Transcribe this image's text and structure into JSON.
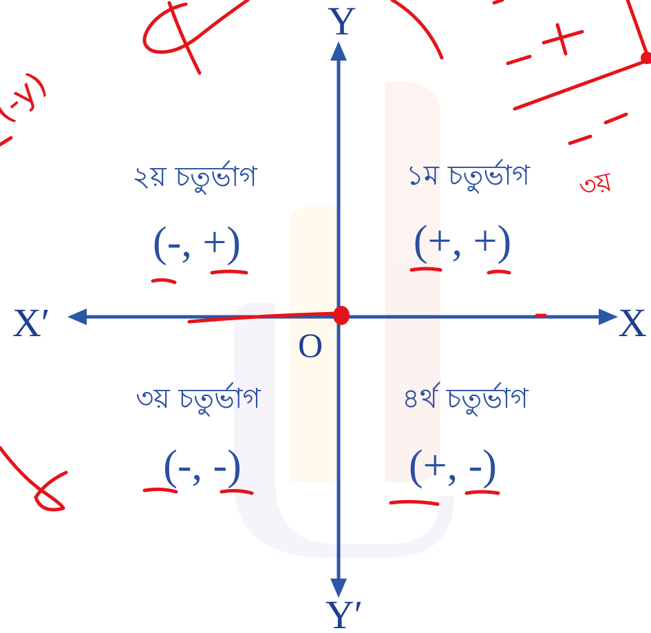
{
  "axes": {
    "y_top": "Y",
    "y_bottom": "Y′",
    "x_left": "X′",
    "x_right": "X",
    "origin": "O"
  },
  "quadrants": [
    {
      "title": "১ম চতুর্ভাগ",
      "sign": "(+, +)"
    },
    {
      "title": "২য় চতুর্ভাগ",
      "sign": "(-, +)"
    },
    {
      "title": "৩য় চতুর্ভাগ",
      "sign": "(-, -)"
    },
    {
      "title": "৪র্থ চতুর্ভাগ",
      "sign": "(+, -)"
    }
  ],
  "annotations": {
    "top_right_signs": [
      "-",
      "+",
      "-",
      "-"
    ],
    "margin_right": "৩য়",
    "margin_left": "(-y)"
  },
  "colors": {
    "axis": "#2b57a8",
    "text": "#2b4fa0",
    "annotation": "#e5141b"
  }
}
